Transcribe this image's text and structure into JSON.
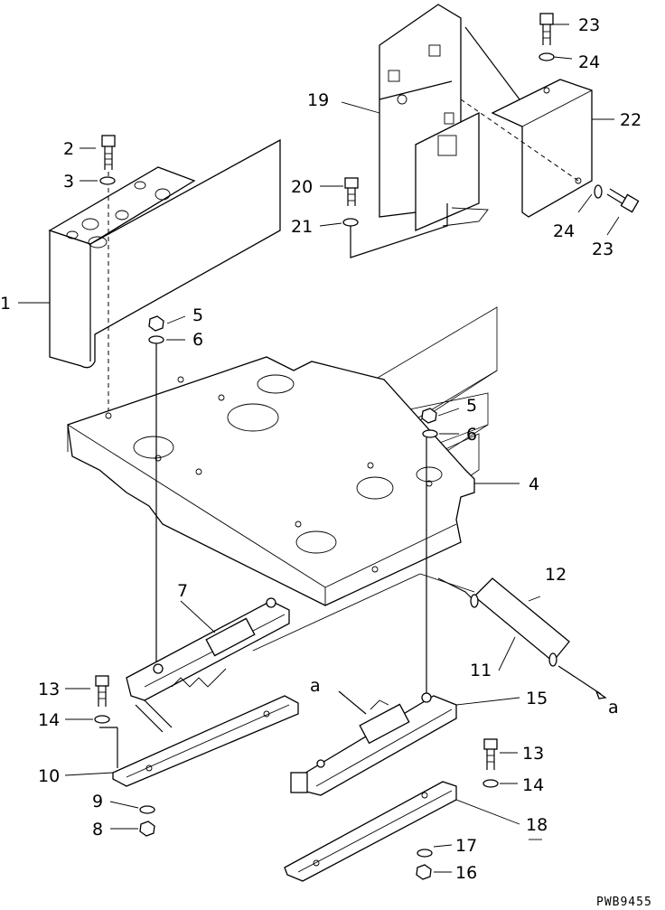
{
  "drawing_code": "PWB9455",
  "labels": {
    "l1": "1",
    "l2": "2",
    "l3": "3",
    "l4": "4",
    "l5a": "5",
    "l5b": "5",
    "l6a": "6",
    "l6b": "6",
    "l7": "7",
    "l8": "8",
    "l9": "9",
    "l10": "10",
    "l11": "11",
    "l12": "12",
    "l13a": "13",
    "l13b": "13",
    "l14a": "14",
    "l14b": "14",
    "l15": "15",
    "l16": "16",
    "l17": "17",
    "l18": "18",
    "l19": "19",
    "l20": "20",
    "l21": "21",
    "l22": "22",
    "l23a": "23",
    "l23b": "23",
    "l24a": "24",
    "l24b": "24",
    "la1": "a",
    "la2": "a"
  }
}
